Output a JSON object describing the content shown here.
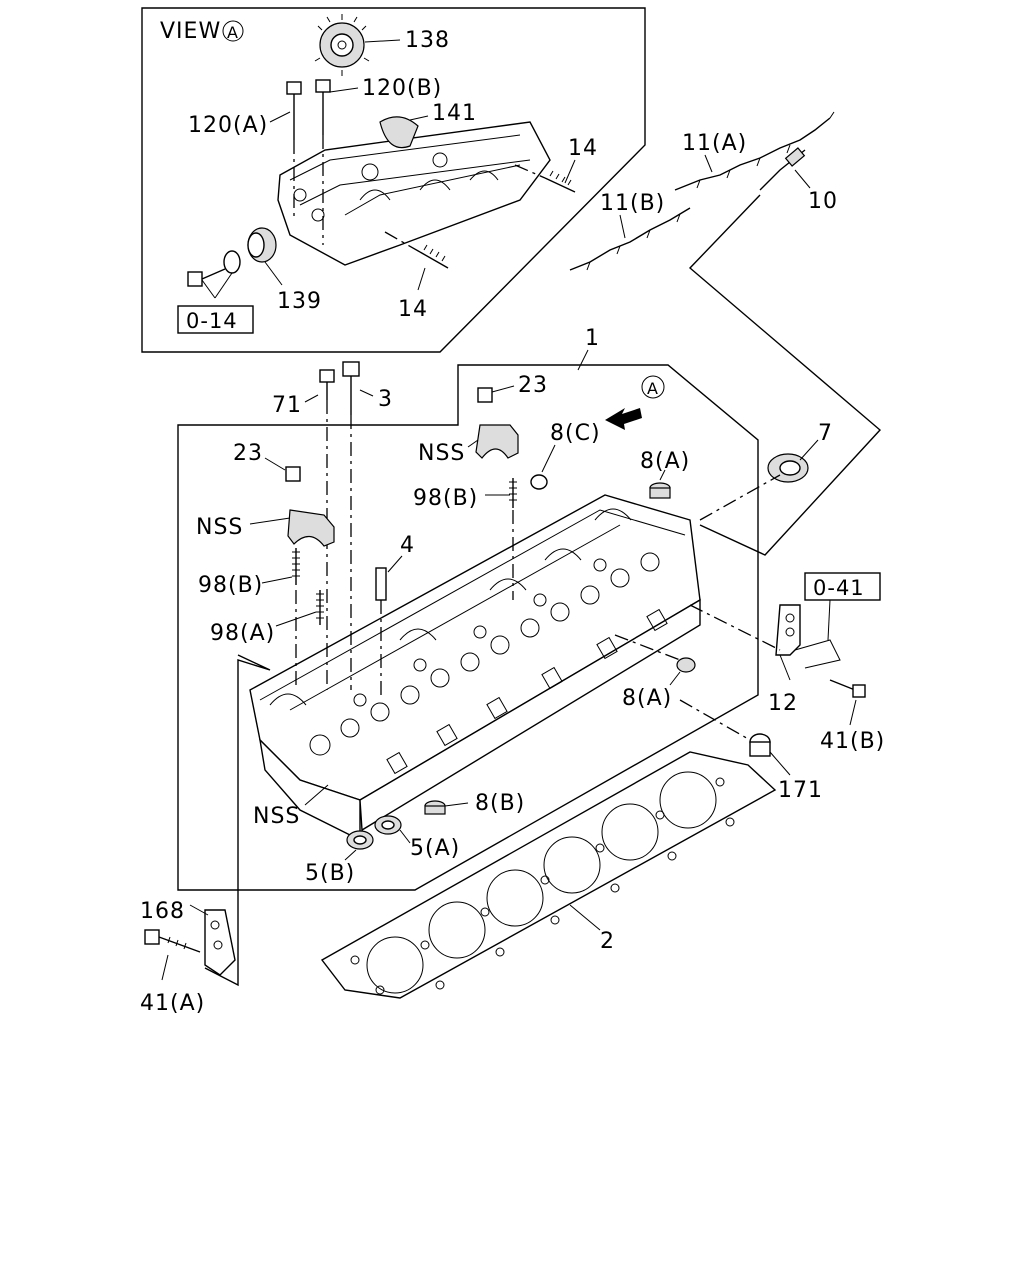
{
  "diagram": {
    "view_label": "VIEW",
    "view_marker": "A",
    "ref_boxes": {
      "o14": "0-14",
      "o41": "0-41"
    },
    "labels": {
      "p138": "138",
      "p120b": "120(B)",
      "p120a": "120(A)",
      "p141": "141",
      "p14a": "14",
      "p14b": "14",
      "p139": "139",
      "p11a": "11(A)",
      "p11b": "11(B)",
      "p10": "10",
      "p1": "1",
      "p23a": "23",
      "p23b": "23",
      "p71": "71",
      "p3": "3",
      "pA": "A",
      "p8c": "8(C)",
      "p8a_top": "8(A)",
      "p8a_mid": "8(A)",
      "p8b": "8(B)",
      "p7": "7",
      "nss1": "NSS",
      "nss2": "NSS",
      "nss3": "NSS",
      "p98b_1": "98(B)",
      "p98b_2": "98(B)",
      "p98a": "98(A)",
      "p4": "4",
      "p12": "12",
      "p41b": "41(B)",
      "p41a": "41(A)",
      "p171": "171",
      "p5a": "5(A)",
      "p5b": "5(B)",
      "p168": "168",
      "p2": "2"
    }
  }
}
